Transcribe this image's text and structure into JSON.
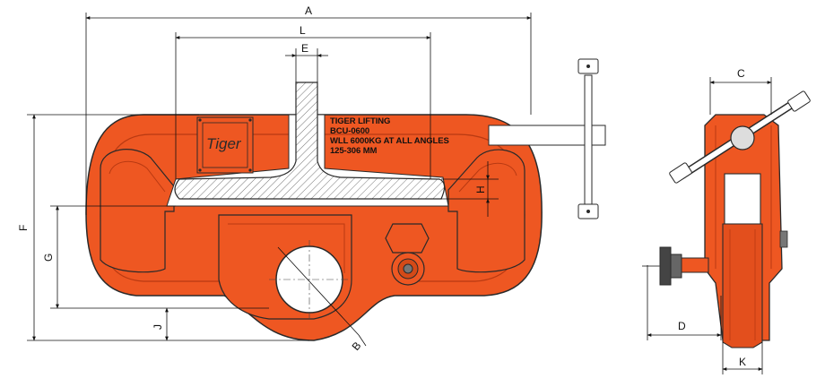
{
  "drawing": {
    "subject": "beam clamp",
    "accent_color": "#ee5722",
    "dark_accent_color": "#b93a12",
    "hatch_color": "#666666",
    "logo_text": "Tiger",
    "nameplate": [
      "TIGER LIFTING",
      "BCU-0600",
      "WLL 6000KG AT ALL ANGLES",
      "125-306 MM"
    ],
    "dimensions": {
      "A": "A",
      "L": "L",
      "E": "E",
      "F": "F",
      "G": "G",
      "H": "H",
      "J": "J",
      "B": "B",
      "C": "C",
      "D": "D",
      "K": "K"
    }
  }
}
